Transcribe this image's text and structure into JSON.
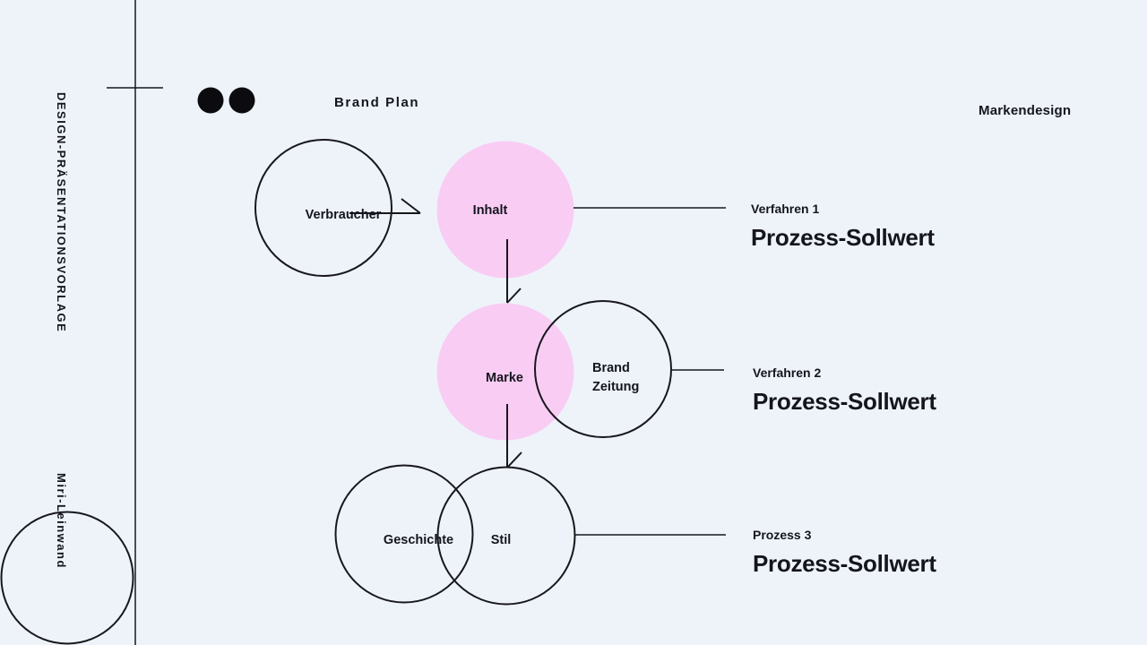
{
  "theme": {
    "background": "#eef3fa",
    "ink": "#15151e",
    "node_fill_pink": "#f9cdf3",
    "stroke": "#17171c"
  },
  "side": {
    "top_label": "DESIGN-PRÄSENTATIONSVORLAGE",
    "bottom_label": "Miri-Leinwand"
  },
  "header": {
    "title": "Brand Plan",
    "corner_label": "Markendesign",
    "logo": "two-black-dots"
  },
  "diagram": {
    "nodes": [
      {
        "id": "verbraucher",
        "label": "Verbraucher",
        "style": "outline"
      },
      {
        "id": "inhalt",
        "label": "Inhalt",
        "style": "pink-filled"
      },
      {
        "id": "marke",
        "label": "Marke",
        "style": "pink-filled"
      },
      {
        "id": "brand-zeitung",
        "label": "Brand Zeitung",
        "lines": [
          "Brand",
          "Zeitung"
        ],
        "style": "outline"
      },
      {
        "id": "geschichte",
        "label": "Geschichte",
        "style": "outline"
      },
      {
        "id": "stil",
        "label": "Stil",
        "style": "outline"
      }
    ],
    "flow": [
      "Verbraucher → Inhalt",
      "Inhalt → Marke",
      "Marke → Stil"
    ],
    "annotations": [
      {
        "kicker": "Verfahren 1",
        "title": "Prozess-Sollwert"
      },
      {
        "kicker": "Verfahren 2",
        "title": "Prozess-Sollwert"
      },
      {
        "kicker": "Prozess 3",
        "title": "Prozess-Sollwert"
      }
    ]
  }
}
